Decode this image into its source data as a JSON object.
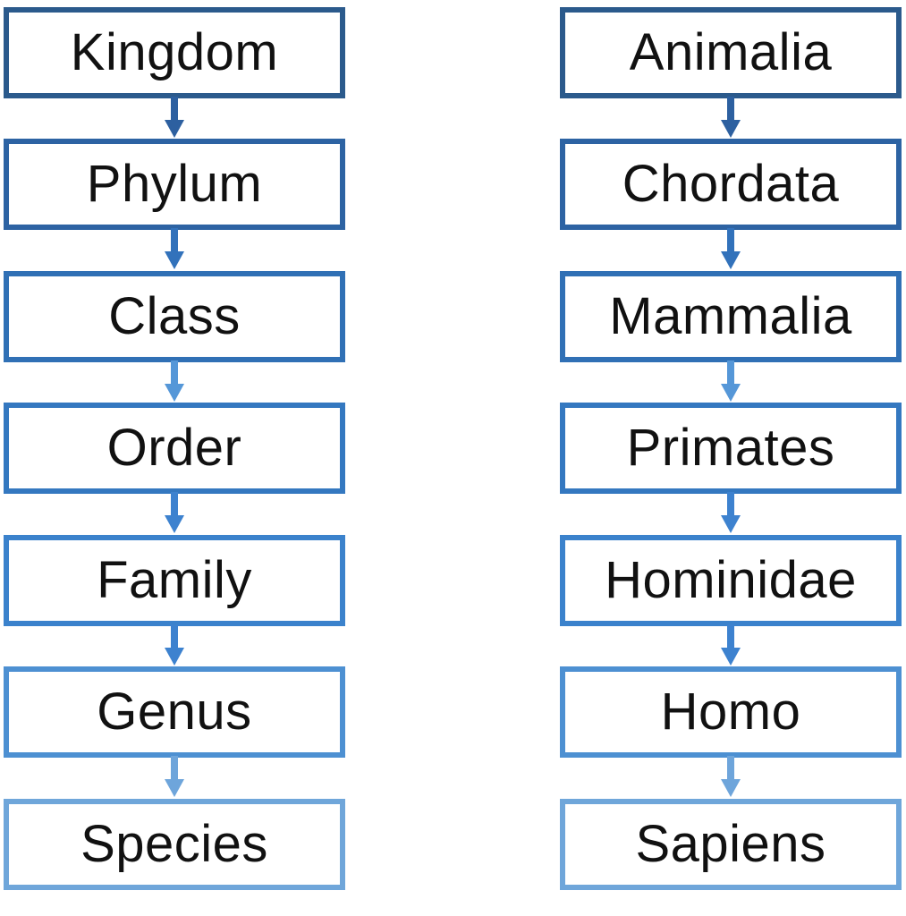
{
  "diagram": {
    "left_column": {
      "levels": [
        "Kingdom",
        "Phylum",
        "Class",
        "Order",
        "Family",
        "Genus",
        "Species"
      ]
    },
    "right_column": {
      "levels": [
        "Animalia",
        "Chordata",
        "Mammalia",
        "Primates",
        "Hominidae",
        "Homo",
        "Sapiens"
      ]
    },
    "level_colors": [
      "#2b5a8c",
      "#2d63a3",
      "#3070b5",
      "#3478c0",
      "#3b82cc",
      "#4d90d2",
      "#6fa6da"
    ],
    "arrow_colors": [
      "#2d60a0",
      "#3272bb",
      "#5597d8",
      "#3d82cf",
      "#3d82cf",
      "#6ea5db"
    ]
  }
}
